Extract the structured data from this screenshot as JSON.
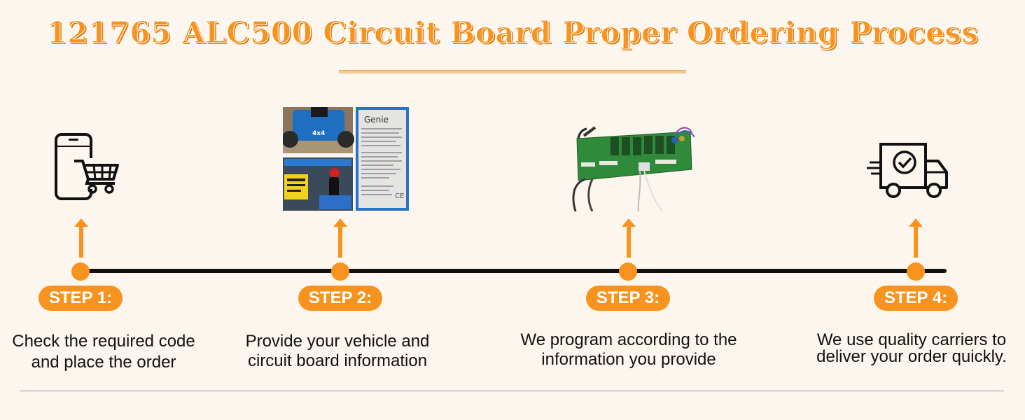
{
  "title": "121765 ALC500 Circuit Board Proper Ordering Process",
  "accent_color": "#f7931e",
  "steps": [
    {
      "label": "STEP 1:",
      "text_line1": "Check the required code",
      "text_line2": "and place the order",
      "icon": "phone-cart-icon"
    },
    {
      "label": "STEP 2:",
      "text_line1": "Provide your vehicle and",
      "text_line2": "circuit board information",
      "icon": "vehicle-nameplate-photo"
    },
    {
      "label": "STEP 3:",
      "text_line1": "We program according to the",
      "text_line2": "information you provide",
      "icon": "circuit-board-photo"
    },
    {
      "label": "STEP 4:",
      "text_line1": "We use quality carriers to",
      "text_line2": "deliver your order quickly.",
      "icon": "delivery-truck-icon"
    }
  ],
  "nameplate": {
    "brand": "Genie"
  }
}
